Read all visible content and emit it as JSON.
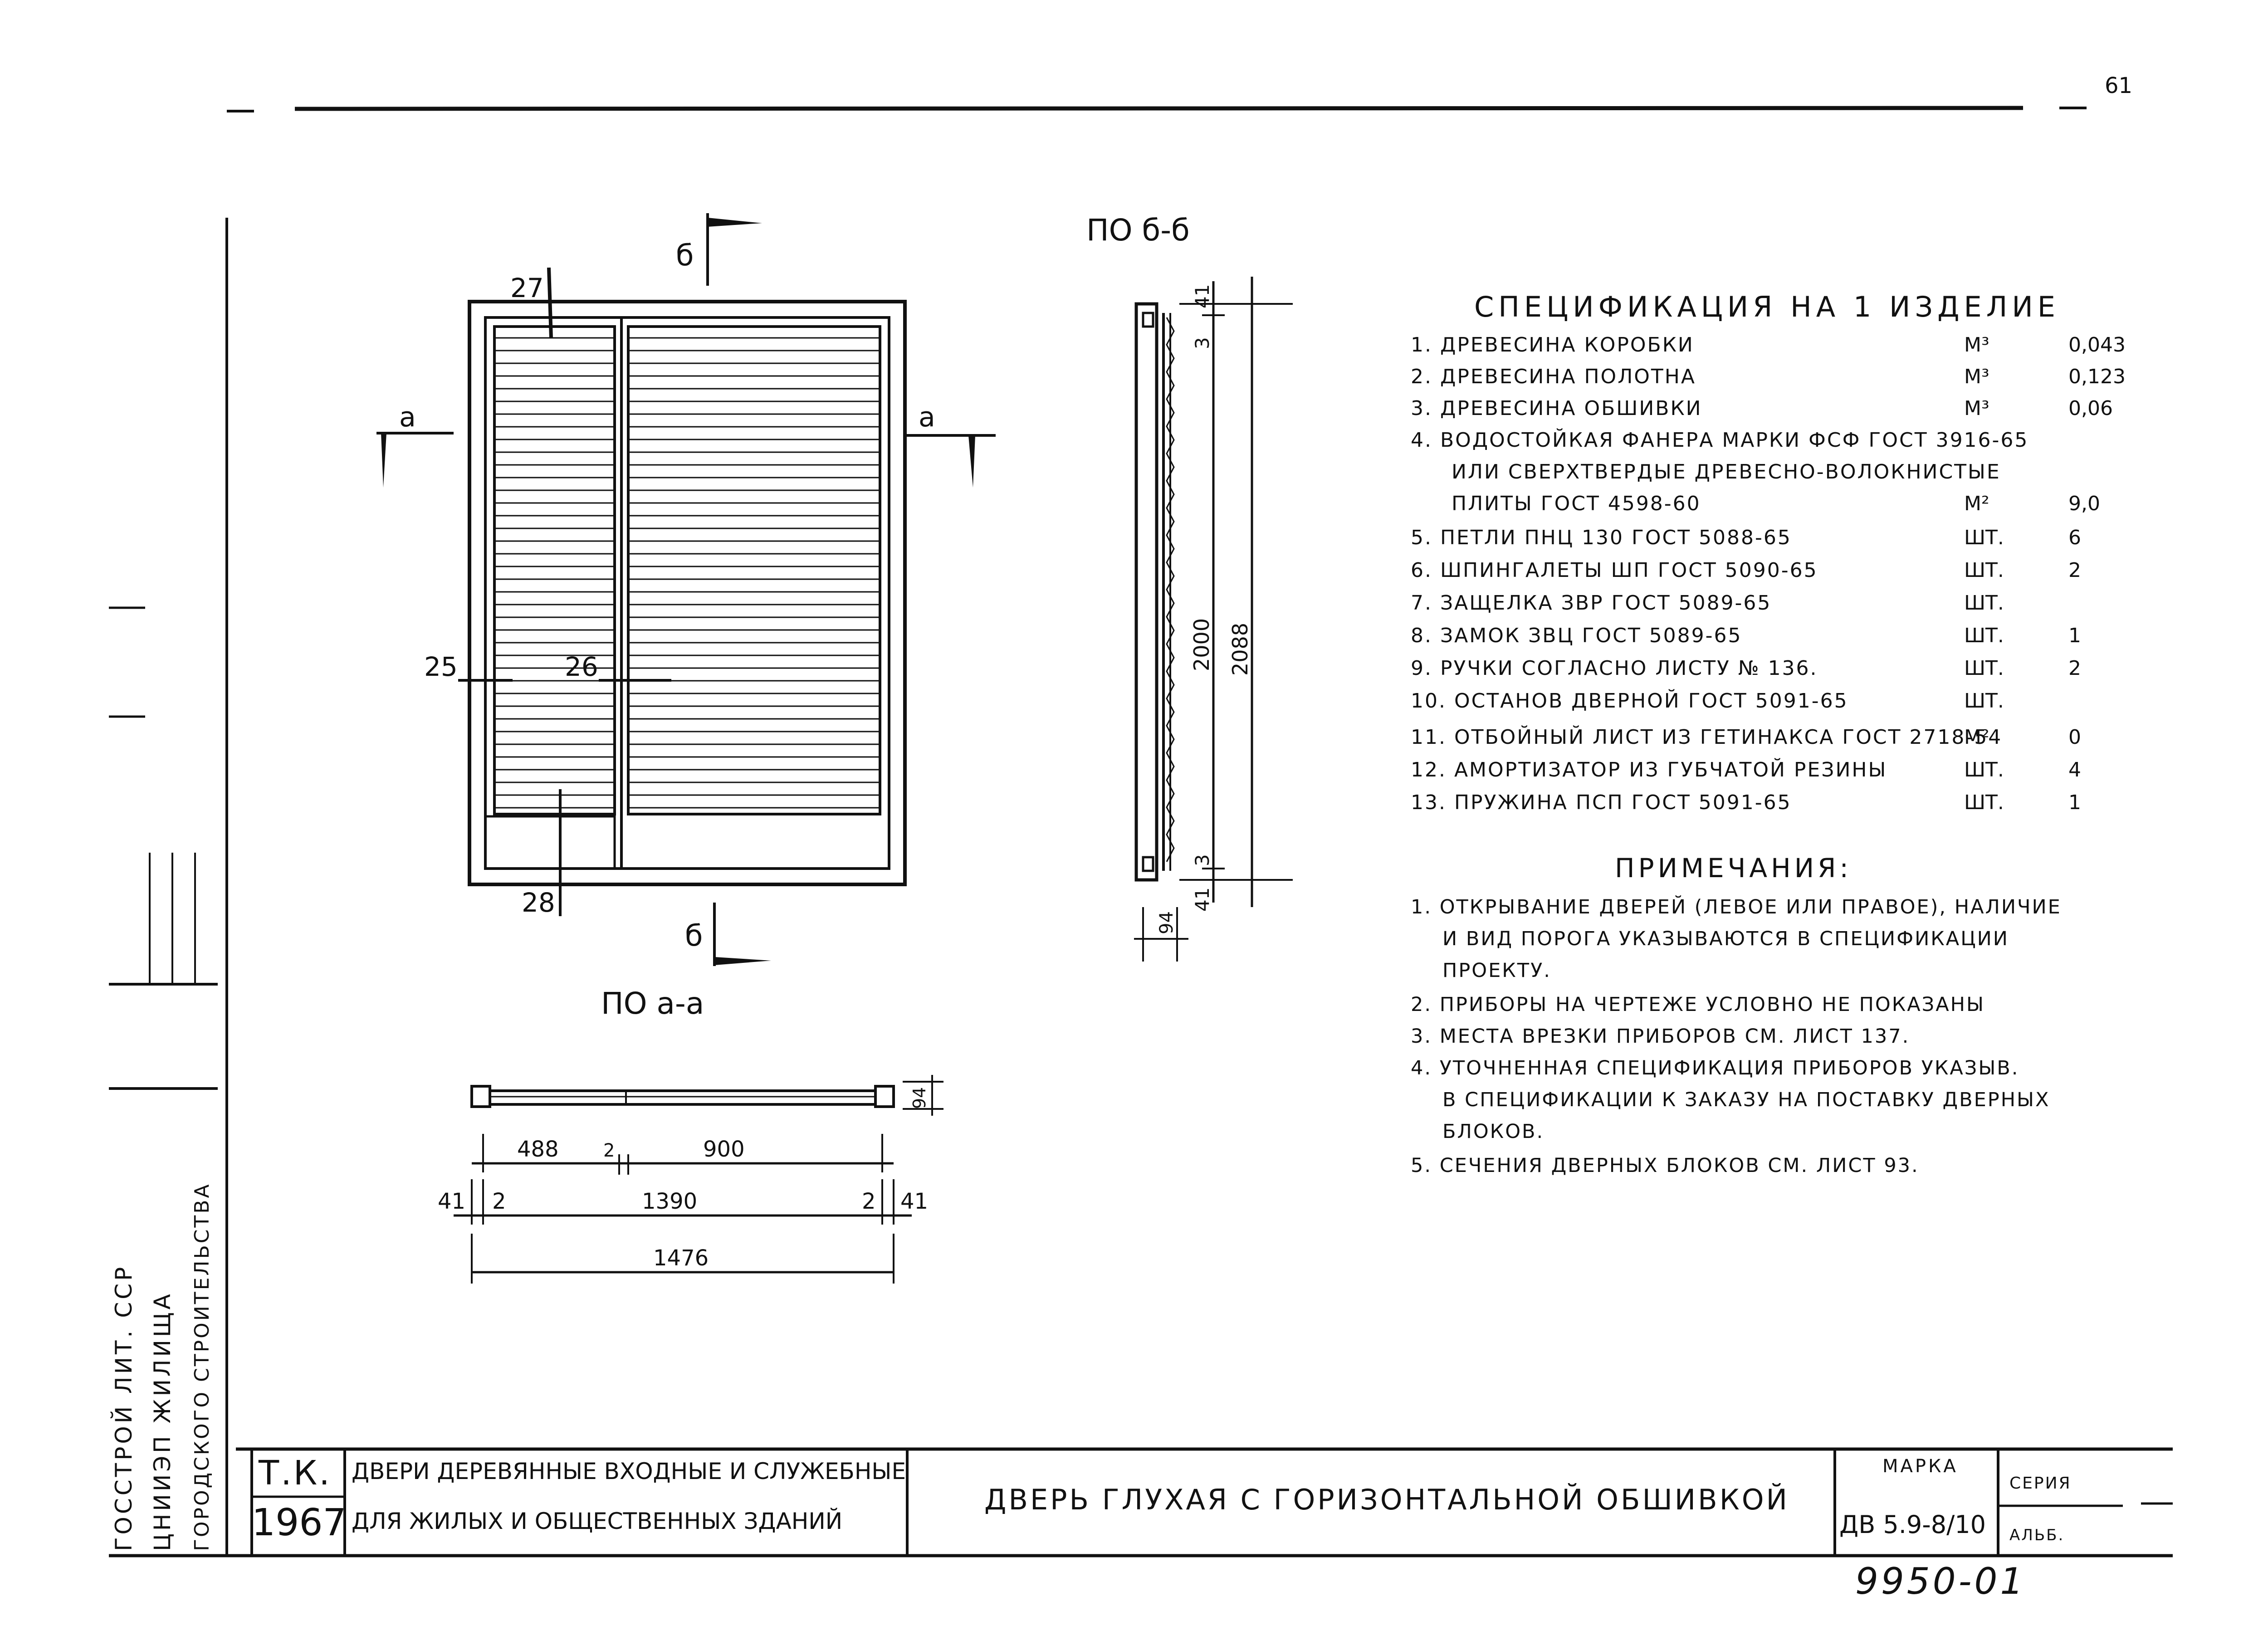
{
  "page_number": "61",
  "views": {
    "elevation_section_label": "б",
    "section_a_label": "а",
    "section_b_title": "ПО б-б",
    "section_a_title": "ПО а-а"
  },
  "callouts": {
    "c27": "27",
    "c25": "25",
    "c26": "26",
    "c28": "28"
  },
  "dimensions": {
    "top_41": "41",
    "top_3": "3",
    "height_2000": "2000",
    "height_2088": "2088",
    "bottom_3": "3",
    "bottom_41": "41",
    "depth_94": "94",
    "plan_94": "94",
    "leaf_488": "488",
    "gap_2": "2",
    "leaf_900": "900",
    "left_41": "41",
    "left_2": "2",
    "width_1390": "1390",
    "right_2": "2",
    "right_41": "41",
    "total_1476": "1476"
  },
  "specification": {
    "title": "СПЕЦИФИКАЦИЯ НА 1 ИЗДЕЛИЕ",
    "items": [
      {
        "text": "1. ДРЕВЕСИНА КОРОБКИ",
        "unit": "М³",
        "qty": "0,043"
      },
      {
        "text": "2. ДРЕВЕСИНА ПОЛОТНА",
        "unit": "М³",
        "qty": "0,123"
      },
      {
        "text": "3. ДРЕВЕСИНА ОБШИВКИ",
        "unit": "М³",
        "qty": "0,06"
      },
      {
        "text": "4. ВОДОСТОЙКАЯ ФАНЕРА МАРКИ ФСФ ГОСТ 3916-65",
        "unit": "",
        "qty": ""
      },
      {
        "text": "ИЛИ СВЕРХТВЕРДЫЕ ДРЕВЕСНО-ВОЛОКНИСТЫЕ",
        "unit": "",
        "qty": ""
      },
      {
        "text": "ПЛИТЫ ГОСТ 4598-60",
        "unit": "М²",
        "qty": "9,0"
      },
      {
        "text": "5. ПЕТЛИ ПНЦ 130 ГОСТ 5088-65",
        "unit": "ШТ.",
        "qty": "6"
      },
      {
        "text": "6. ШПИНГАЛЕТЫ ШП ГОСТ 5090-65",
        "unit": "ШТ.",
        "qty": "2"
      },
      {
        "text": "7. ЗАЩЕЛКА ЗВР ГОСТ 5089-65",
        "unit": "ШТ.",
        "qty": ""
      },
      {
        "text": "8. ЗАМОК ЗВЦ ГОСТ 5089-65",
        "unit": "ШТ.",
        "qty": "1"
      },
      {
        "text": "9. РУЧКИ СОГЛАСНО ЛИСТУ № 136.",
        "unit": "ШТ.",
        "qty": "2"
      },
      {
        "text": "10. ОСТАНОВ ДВЕРНОЙ ГОСТ 5091-65",
        "unit": "ШТ.",
        "qty": ""
      },
      {
        "text": "11. ОТБОЙНЫЙ ЛИСТ ИЗ ГЕТИНАКСА ГОСТ 2718-54",
        "unit": "М²",
        "qty": "0"
      },
      {
        "text": "12. АМОРТИЗАТОР ИЗ ГУБЧАТОЙ РЕЗИНЫ",
        "unit": "ШТ.",
        "qty": "4"
      },
      {
        "text": "13. ПРУЖИНА ПСП ГОСТ 5091-65",
        "unit": "ШТ.",
        "qty": "1"
      }
    ]
  },
  "notes": {
    "title": "ПРИМЕЧАНИЯ:",
    "items": [
      "1. ОТКРЫВАНИЕ ДВЕРЕЙ (ЛЕВОЕ ИЛИ ПРАВОЕ), НАЛИЧИЕ",
      "И ВИД ПОРОГА УКАЗЫВАЮТСЯ В СПЕЦИФИКАЦИИ",
      "ПРОЕКТУ.",
      "2. ПРИБОРЫ НА ЧЕРТЕЖЕ УСЛОВНО НЕ ПОКАЗАНЫ",
      "3. МЕСТА ВРЕЗКИ ПРИБОРОВ СМ. ЛИСТ 137.",
      "4. УТОЧНЕННАЯ СПЕЦИФИКАЦИЯ ПРИБОРОВ УКАЗЫВ.",
      "В СПЕЦИФИКАЦИИ К ЗАКАЗУ НА ПОСТАВКУ ДВЕРНЫХ",
      "БЛОКОВ.",
      "5. СЕЧЕНИЯ ДВЕРНЫХ БЛОКОВ СМ. ЛИСТ 93."
    ]
  },
  "title_block": {
    "code": "Т.К.",
    "year": "1967",
    "series_line1": "ДВЕРИ ДЕРЕВЯННЫЕ ВХОДНЫЕ И СЛУЖЕБНЫЕ",
    "series_line2": "ДЛЯ ЖИЛЫХ И ОБЩЕСТВЕННЫХ ЗДАНИЙ",
    "drawing_title": "ДВЕРЬ ГЛУХАЯ С ГОРИЗОНТАЛЬНОЙ ОБШИВКОЙ",
    "marka_label": "МАРКА",
    "marka_value": "ДВ 5.9-8/10",
    "seria_label": "СЕРИЯ",
    "album_label": "АЛЬБ."
  },
  "left_stamp": {
    "line1": "ГОССТРОЙ ЛИТ. ССР",
    "line2": "ЦНИИЭП ЖИЛИЩА",
    "line3": "ГОРОДСКОГО СТРОИТЕЛЬСТВА"
  },
  "doc_number": "9950-01"
}
